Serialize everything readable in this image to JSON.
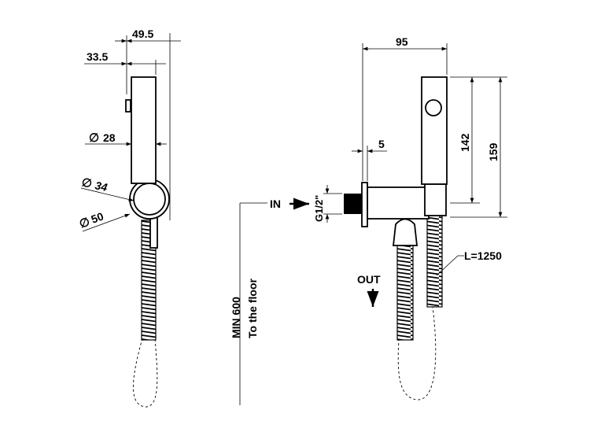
{
  "left_view": {
    "dim_overall": "49.5",
    "dim_offset": "33.5",
    "dim_diam_handle": "28",
    "dim_diam_inner": "34",
    "dim_diam_outer": "50",
    "diameter_symbol": "∅"
  },
  "floor": {
    "min_label": "MIN 600",
    "floor_label": "To the floor"
  },
  "right_view": {
    "dim_width": "95",
    "dim_flange": "5",
    "dim_height_inner": "142",
    "dim_height_total": "159",
    "thread_label": "G1/2\"",
    "inlet_label": "IN",
    "outlet_label": "OUT",
    "hose_length_label": "L=1250"
  }
}
